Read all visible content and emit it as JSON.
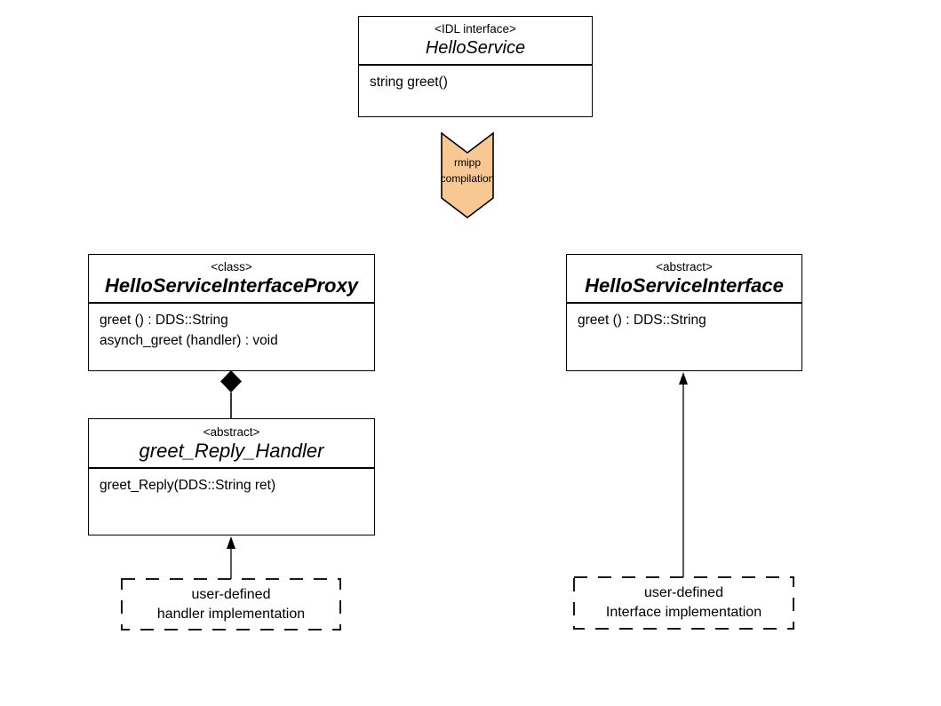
{
  "colors": {
    "chevron_fill": "#F8C893",
    "outline": "#000000",
    "background": "#FFFFFF"
  },
  "idl_interface_box": {
    "stereotype": "<IDL interface>",
    "name": "HelloService",
    "method": "string greet()"
  },
  "compile_arrow": {
    "label_line1": "rmipp",
    "label_line2": "compilation"
  },
  "proxy_box": {
    "stereotype": "<class>",
    "name": "HelloServiceInterfaceProxy",
    "methods": [
      "greet () : DDS::String",
      "asynch_greet (handler) : void"
    ]
  },
  "handler_box": {
    "stereotype": "<abstract>",
    "name": "greet_Reply_Handler",
    "method": "greet_Reply(DDS::String ret)"
  },
  "interface_box": {
    "stereotype": "<abstract>",
    "name": "HelloServiceInterface",
    "method": "greet () : DDS::String"
  },
  "handler_impl_box": {
    "line1": "user-defined",
    "line2": "handler implementation"
  },
  "interface_impl_box": {
    "line1": "user-defined",
    "line2": "Interface implementation"
  }
}
